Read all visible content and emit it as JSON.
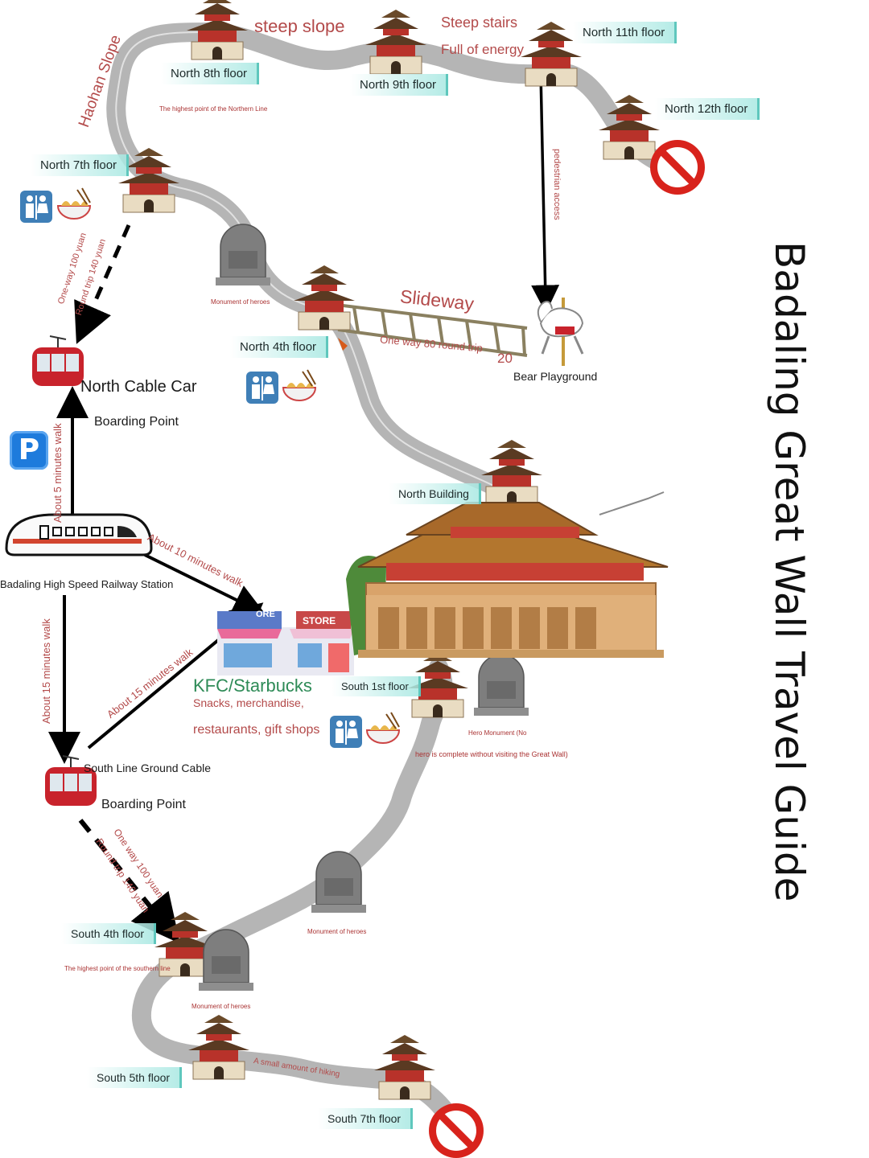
{
  "title": "Badaling Great Wall Travel Guide",
  "colors": {
    "path": "#b5b5b5",
    "accent": "#b34a4a",
    "teal": "#5fc7bd",
    "green": "#2e8b57"
  },
  "north": {
    "floors": {
      "n7": "North 7th floor",
      "n8": "North 8th floor",
      "n9": "North 9th floor",
      "n11": "North 11th floor",
      "n12": "North 12th floor",
      "n4": "North 4th floor",
      "building": "North Building"
    },
    "highest_point": "The highest point of the Northern Line",
    "haohan": "Haohan Slope",
    "steep_slope": "steep slope",
    "steep_stairs": "Steep stairs",
    "full_energy": "Full of energy",
    "pedestrian": "pedestrian access",
    "monument": "Monument of heroes",
    "slideway": "Slideway",
    "slideway_price": "One way 80 round trip",
    "slideway_num": "20",
    "bear": "Bear Playground",
    "cable_car": "North Cable Car",
    "boarding": "Boarding Point",
    "cable_one_way": "One-way 100 yuan",
    "cable_round": "Round trip 140 yuan",
    "walk5": "About 5 minutes walk"
  },
  "station": {
    "name": "Badaling High Speed Railway Station",
    "walk10": "About 10 minutes walk",
    "walk15a": "About 15 minutes walk",
    "walk15b": "About 15 minutes walk"
  },
  "services": {
    "kfc": "KFC/Starbucks",
    "snacks": "Snacks, merchandise,",
    "restaurants": "restaurants, gift shops",
    "store": "STORE",
    "store2": "ORE"
  },
  "south": {
    "floors": {
      "s1": "South 1st floor",
      "s4": "South 4th floor",
      "s5": "South 5th floor",
      "s7": "South 7th floor"
    },
    "hero_monument": "Hero Monument (No",
    "hero_quote": "hero is complete without visiting the Great Wall)",
    "highest_point": "The highest point of the southern line",
    "monument": "Monument of heroes",
    "cable": "South Line Ground Cable",
    "boarding": "Boarding Point",
    "one_way": "One way 100 yuan",
    "round": "Round trip 140 yuan",
    "hiking": "A small amount of hiking"
  },
  "icons": [
    "parking-icon",
    "restroom-icon",
    "noodle-icon",
    "cable-car-icon",
    "train-icon",
    "no-entry-icon",
    "watchtower-icon",
    "monument-icon",
    "carousel-horse-icon",
    "store-icon",
    "main-gate-icon"
  ]
}
